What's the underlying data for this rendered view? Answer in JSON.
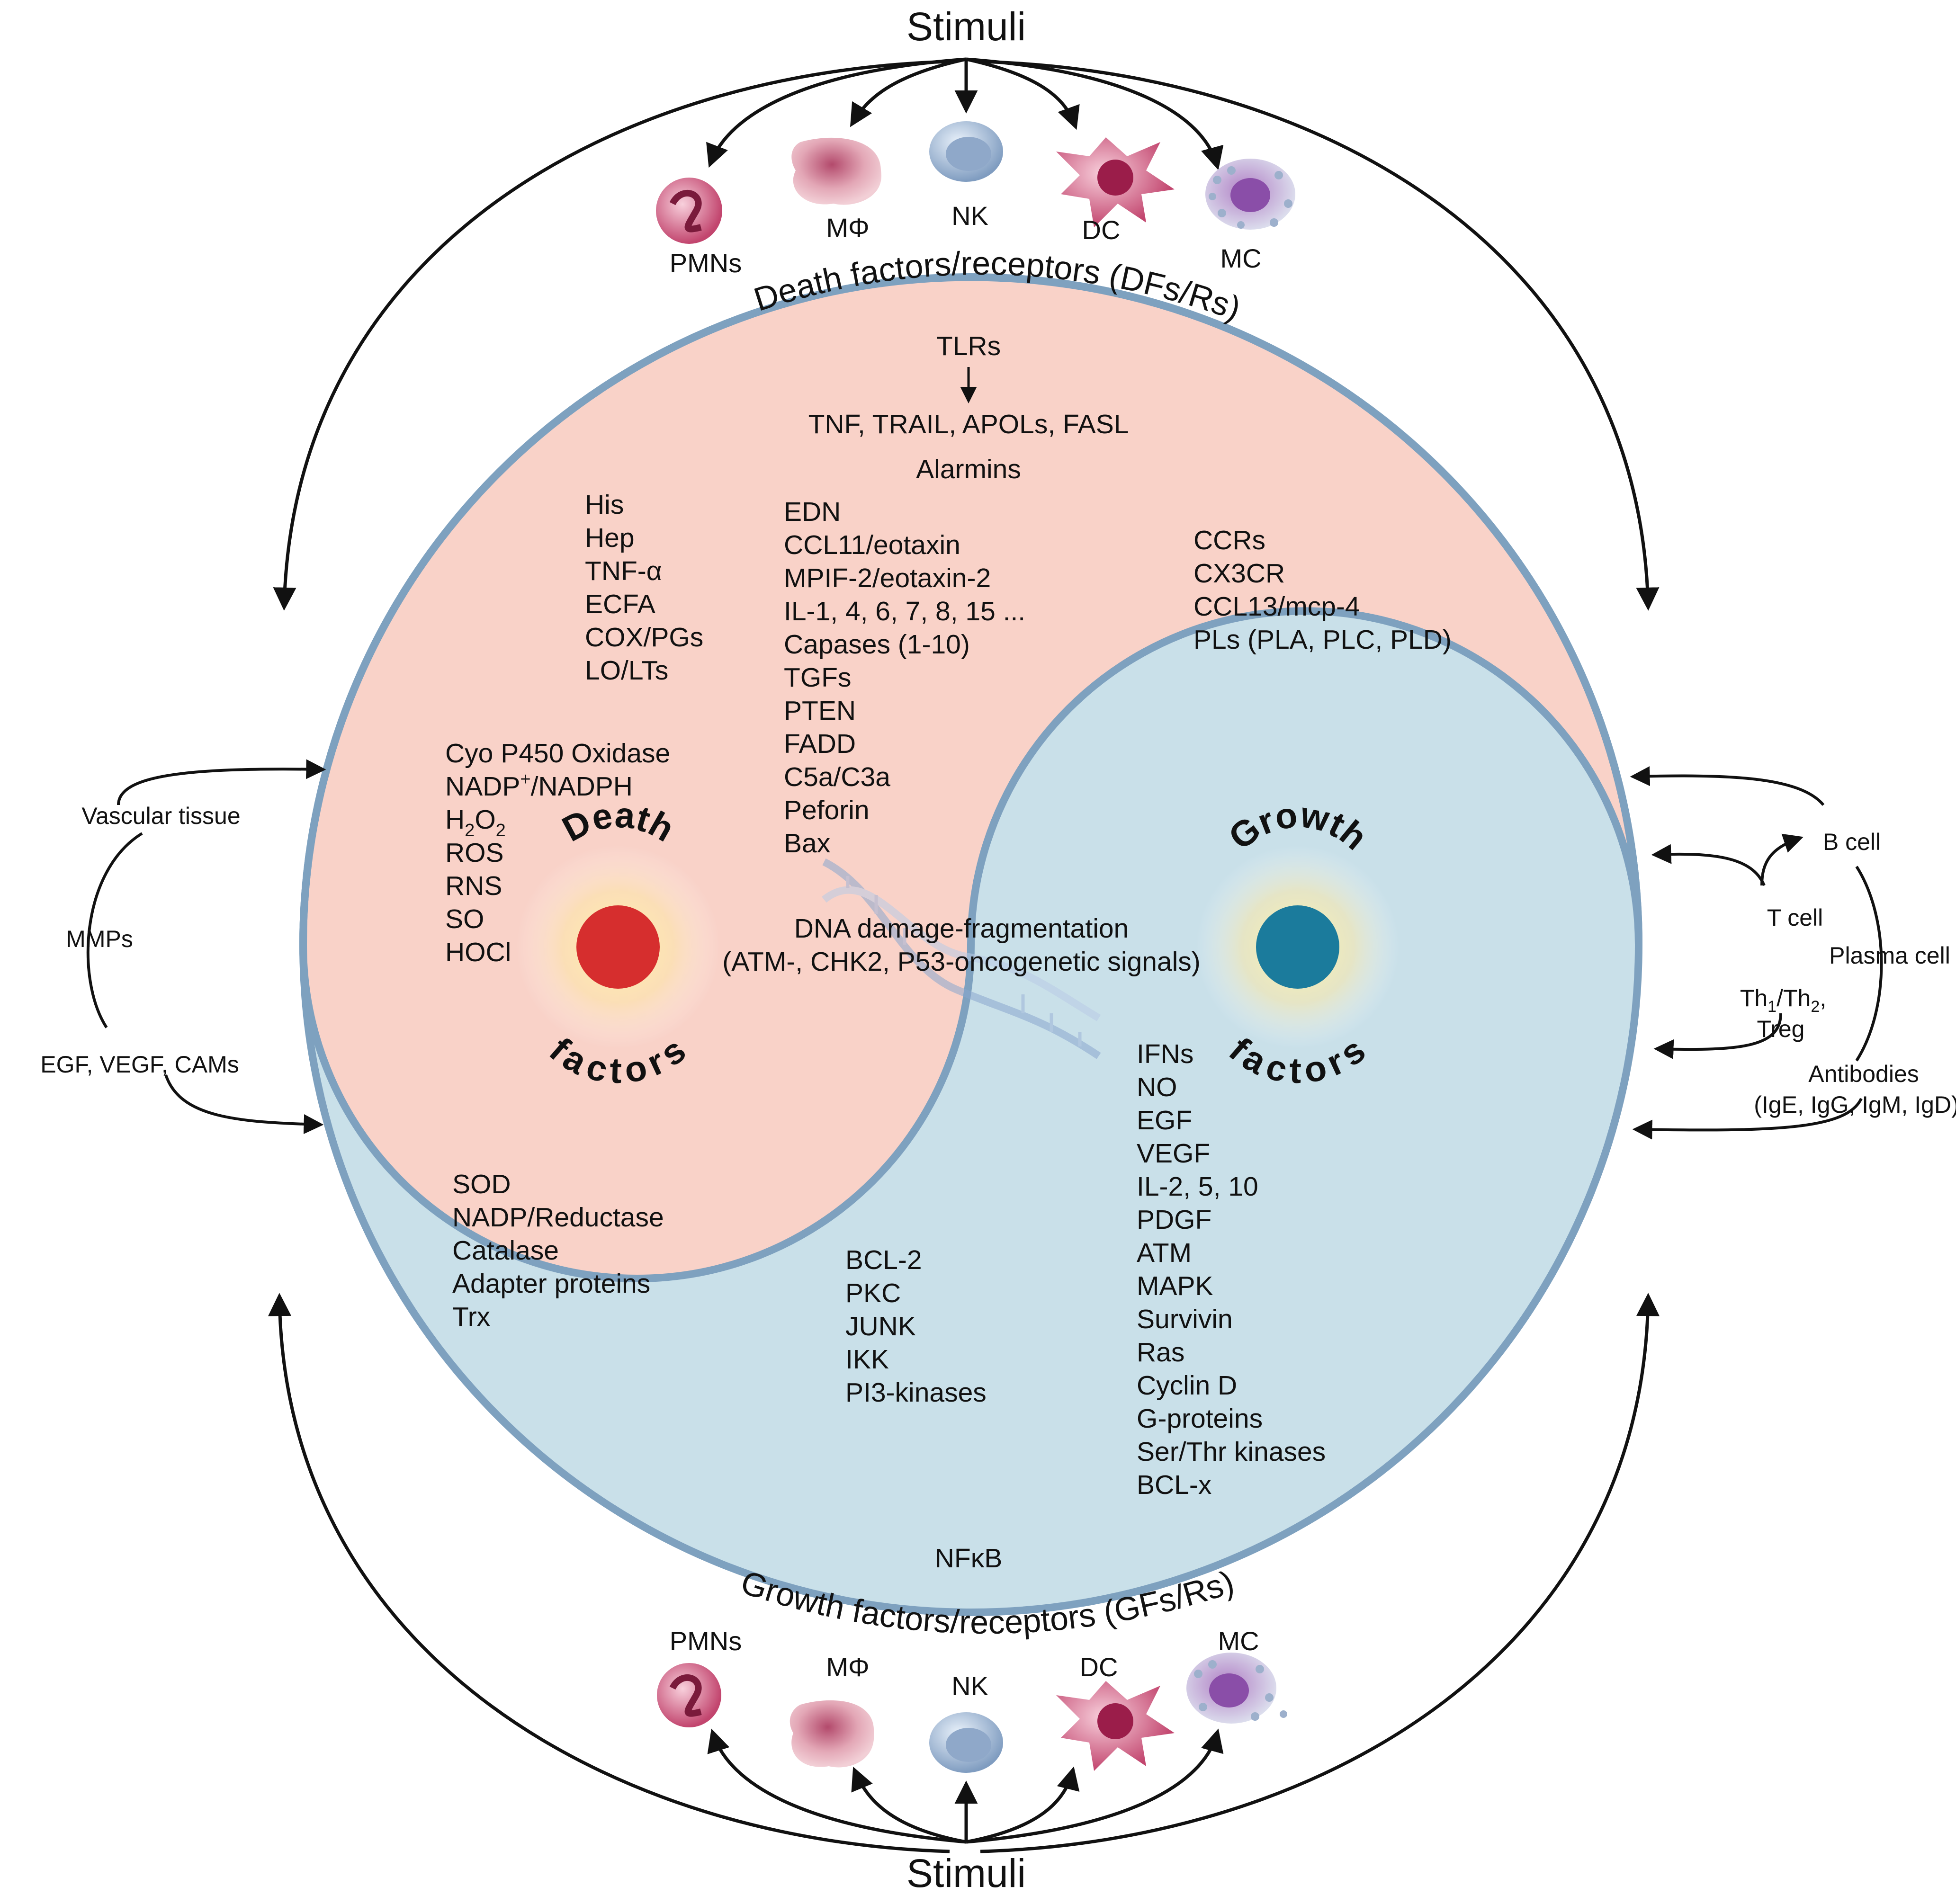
{
  "colors": {
    "death_region": "#f9d2c8",
    "growth_region": "#c9e0e9",
    "border": "#7ea1bf",
    "death_dot": "#d62e2e",
    "growth_dot": "#1b7b9c"
  },
  "top": {
    "stimuli": "Stimuli",
    "cells": [
      "PMNs",
      "MΦ",
      "NK",
      "DC",
      "MC"
    ],
    "arc_title": "Death factors/receptors (DFs/Rs)"
  },
  "bottom": {
    "stimuli": "Stimuli",
    "cells": [
      "PMNs",
      "MΦ",
      "NK",
      "DC",
      "MC"
    ],
    "arc_title": "Growth factors/receptors (GFs/Rs)"
  },
  "death": {
    "tlrs": "TLRs",
    "tnf_line": "TNF, TRAIL, APOLs, FASL",
    "alarmins": "Alarmins",
    "col_left": [
      "His",
      "Hep",
      "TNF-α",
      "ECFA",
      "COX/PGs",
      "LO/LTs"
    ],
    "col_center": [
      "EDN",
      "CCL11/eotaxin",
      "MPIF-2/eotaxin-2",
      "IL-1, 4, 6, 7, 8, 15 ...",
      "Capases (1-10)",
      "TGFs",
      "PTEN",
      "FADD",
      "C5a/C3a",
      "Peforin",
      "Bax"
    ],
    "col_right": [
      "CCRs",
      "CX3CR",
      "CCL13/mcp-4",
      "PLs (PLA, PLC, PLD)"
    ],
    "oxidative": {
      "cyo": "Cyo P450 Oxidase",
      "nadp": "NADP",
      "nadp_sup": "+",
      "nadph": "/NADPH",
      "h2o2_h": "H",
      "h2o2_2a": "2",
      "h2o2_o": "O",
      "h2o2_2b": "2",
      "rest": [
        "ROS",
        "RNS",
        "SO",
        "HOCl"
      ]
    },
    "word1": "Death",
    "word2": "factors"
  },
  "growth": {
    "word1": "Growth",
    "word2": "factors",
    "col_right": [
      "IFNs",
      "NO",
      "EGF",
      "VEGF",
      "IL-2, 5, 10",
      "PDGF",
      "ATM",
      "MAPK",
      "Survivin",
      "Ras",
      "Cyclin D",
      "G-proteins",
      "Ser/Thr kinases",
      "BCL-x"
    ],
    "col_left": [
      "SOD",
      "NADP/Reductase",
      "Catalase",
      "Adapter proteins",
      "Trx"
    ],
    "col_center": [
      "BCL-2",
      "PKC",
      "JUNK",
      "IKK",
      "PI3-kinases"
    ],
    "nfkb": "NFκB"
  },
  "dna": {
    "line1": "DNA damage-fragmentation",
    "line2": "(ATM-, CHK2, P53-oncogenetic signals)"
  },
  "left_side": {
    "vascular": "Vascular tissue",
    "mmps": "MMPs",
    "egf": "EGF, VEGF, CAMs"
  },
  "right_side": {
    "bcell": "B cell",
    "tcell": "T cell",
    "plasma": "Plasma cell",
    "th_a": "Th",
    "th_sub1": "1",
    "th_b": "/Th",
    "th_sub2": "2",
    "th_c": ",",
    "treg": "Treg",
    "antibodies": "Antibodies",
    "ig": "(IgE, IgG, IgM, IgD)"
  }
}
